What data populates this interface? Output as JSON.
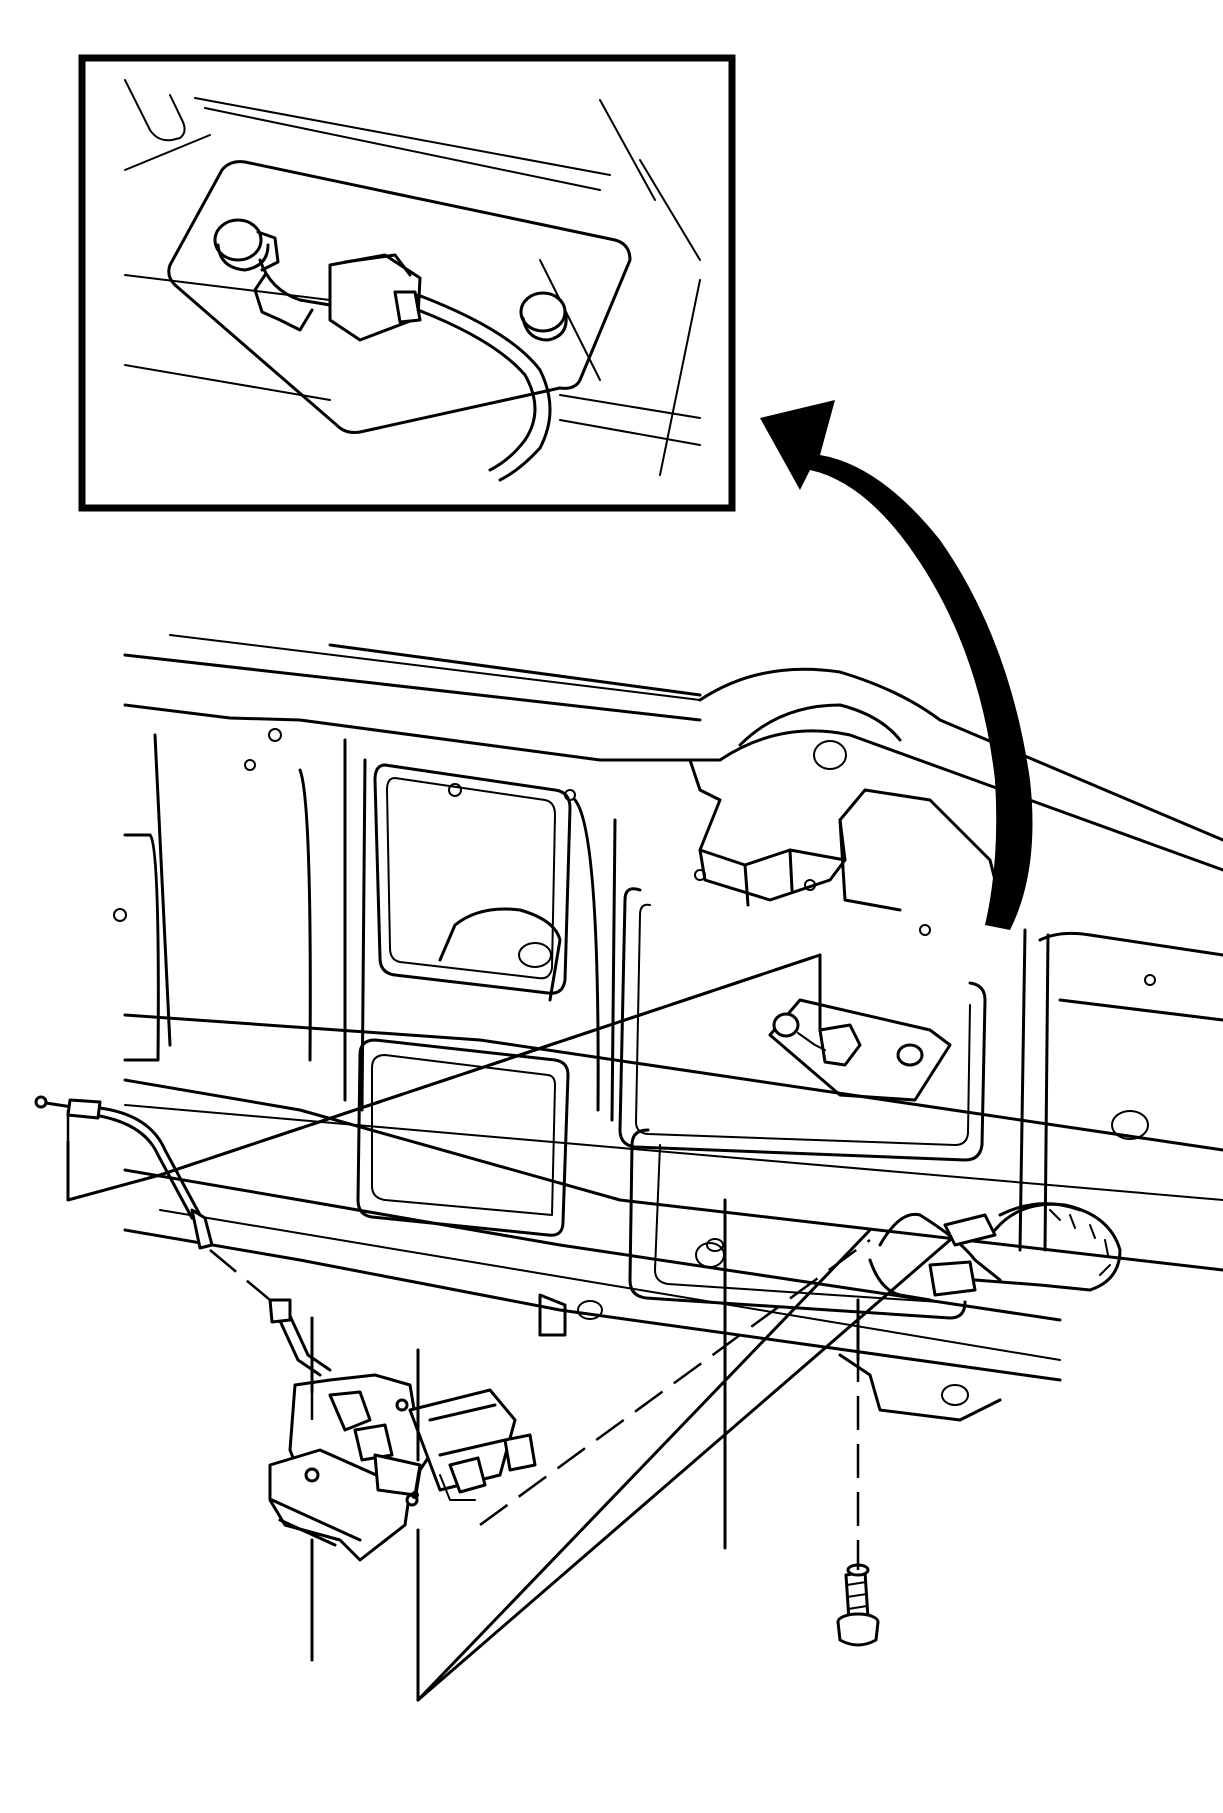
{
  "figure": {
    "kind": "service-illustration",
    "views": [
      "detail-inset",
      "exploded-assembly"
    ],
    "colors": {
      "ink": "#000000",
      "paper": "#ffffff"
    },
    "parts": [
      "latch-assembly",
      "latch-cable",
      "electrical-connector",
      "bolt",
      "panel-striker"
    ]
  }
}
